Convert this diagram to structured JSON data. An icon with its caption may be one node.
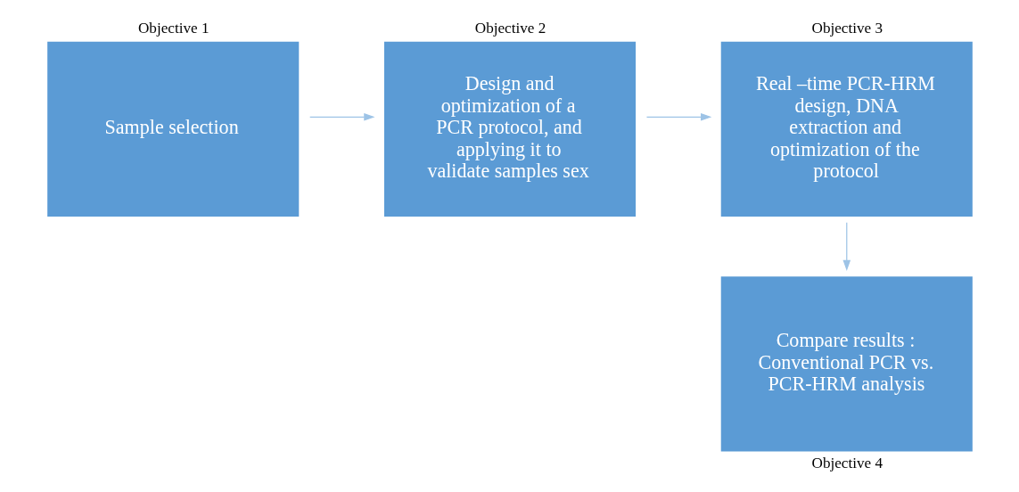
{
  "diagram": {
    "nodes": [
      {
        "text": [
          "Sample selection"
        ],
        "beside": [
          "Objective 1"
        ]
      },
      {
        "text": [
          "Design and optimization of a PCR protocol, and applying it to validate samples sex"
        ],
        "beside": [
          "Objective 2"
        ]
      },
      {
        "text": [
          "Real –time PCR-HRM design, DNA extraction and optimization of the protocol"
        ],
        "beside": [
          "Objective 3"
        ]
      },
      {
        "text": [
          "Compare results : Conventional PCR vs. PCR-HRM analysis"
        ],
        "beside": [
          "Objective 4"
        ]
      }
    ],
    "edges": [
      {
        "from": 0,
        "to": 1,
        "arrow": "to"
      },
      {
        "from": 1,
        "to": 2,
        "arrow": "to"
      },
      {
        "from": 2,
        "to": 3,
        "arrow": "to"
      }
    ]
  }
}
